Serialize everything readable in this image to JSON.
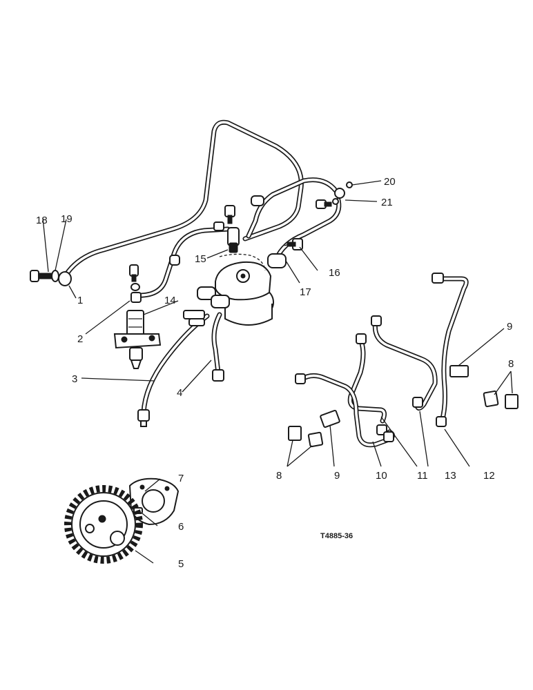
{
  "diagram": {
    "reference_code": "T4885-36",
    "callouts": {
      "c1": "1",
      "c2": "2",
      "c3": "3",
      "c4": "4",
      "c5": "5",
      "c6": "6",
      "c7": "7",
      "c8a": "8",
      "c8b": "8",
      "c9a": "9",
      "c9b": "9",
      "c10": "10",
      "c11": "11",
      "c12": "12",
      "c13": "13",
      "c14": "14",
      "c15": "15",
      "c16": "16",
      "c17": "17",
      "c18": "18",
      "c19": "19",
      "c20": "20",
      "c21": "21"
    }
  }
}
